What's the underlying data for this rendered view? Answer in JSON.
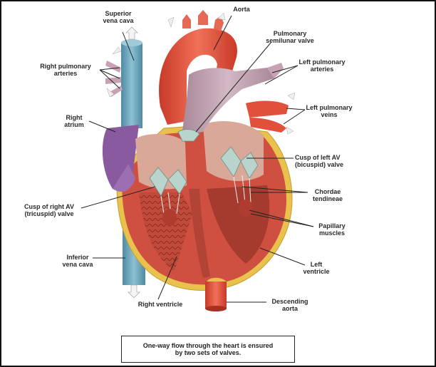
{
  "labels": {
    "superior_vena_cava": [
      "Superior",
      "vena cava"
    ],
    "aorta": [
      "Aorta"
    ],
    "pulmonary_semilunar_valve": [
      "Pulmonary",
      "semilunar valve"
    ],
    "right_pulmonary_arteries": [
      "Right pulmonary",
      "arteries"
    ],
    "left_pulmonary_arteries": [
      "Left pulmonary",
      "arteries"
    ],
    "left_pulmonary_veins": [
      "Left pulmonary",
      "veins"
    ],
    "right_atrium": [
      "Right",
      "atrium"
    ],
    "cusp_left_av": [
      "Cusp of left AV",
      "(bicuspid) valve"
    ],
    "chordae_tendineae": [
      "Chordae",
      "tendineae"
    ],
    "cusp_right_av": [
      "Cusp of right AV",
      "(tricuspid) valve"
    ],
    "papillary_muscles": [
      "Papillary",
      "muscles"
    ],
    "inferior_vena_cava": [
      "Inferior",
      "vena cava"
    ],
    "left_ventricle": [
      "Left",
      "ventricle"
    ],
    "right_ventricle": [
      "Right ventricle"
    ],
    "descending_aorta": [
      "Descending",
      "aorta"
    ]
  },
  "caption": [
    "One-way flow through the heart is ensured",
    "by two sets of valves."
  ],
  "colors": {
    "vena_cava": "#6fa3b8",
    "aorta": "#e0503a",
    "pulmonary_trunk": "#b89aa8",
    "right_atrium": "#8a5aa0",
    "myocardium": "#c84a3c",
    "fat": "#e8c24a",
    "valve": "#b8d4cc",
    "chamber_interior": "#d7a898",
    "leader": "#222222"
  }
}
